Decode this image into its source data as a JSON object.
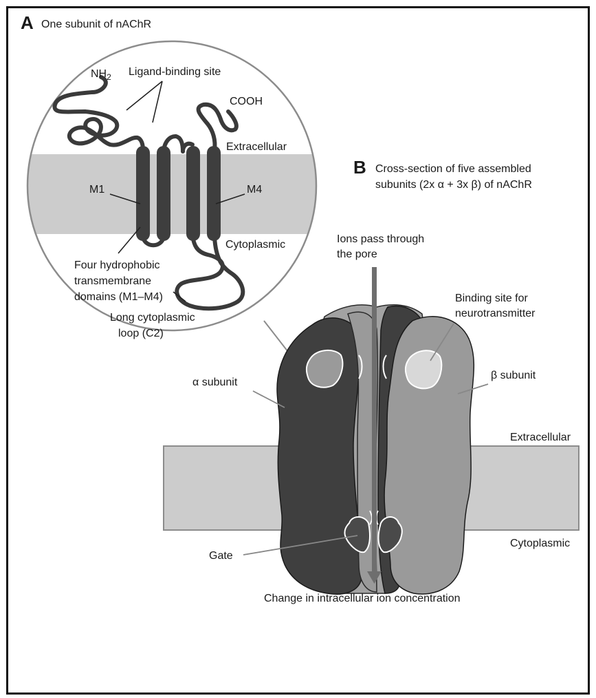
{
  "panel_a": {
    "letter": "A",
    "title": "One subunit of nAChR",
    "labels": {
      "nh2": "NH",
      "nh2_sub": "2",
      "ligand_binding_site": "Ligand-binding site",
      "cooh": "COOH",
      "extracellular": "Extracellular",
      "cytoplasmic": "Cytoplasmic",
      "m1": "M1",
      "m4": "M4",
      "domains_line1": "Four hydrophobic",
      "domains_line2": "transmembrane",
      "domains_line3": "domains (M1–M4)",
      "loop_line1": "Long cytoplasmic",
      "loop_line2": "loop (C2)"
    }
  },
  "panel_b": {
    "letter": "B",
    "title_line1": "Cross-section of five assembled",
    "title_line2": "subunits (2x α + 3x β) of nAChR",
    "labels": {
      "ions_line1": "Ions pass through",
      "ions_line2": "the pore",
      "binding_line1": "Binding site for",
      "binding_line2": "neurotransmitter",
      "alpha_subunit": "α subunit",
      "beta_subunit": "β subunit",
      "extracellular": "Extracellular",
      "cytoplasmic": "Cytoplasmic",
      "gate": "Gate",
      "change": "Change in intracellular ion concentration"
    }
  },
  "colors": {
    "membrane": "#cccccc",
    "dark_subunit": "#3f3f3f",
    "mid_subunit": "#9a9a9a",
    "light_site": "#d6d6d6",
    "arrow": "#6e6e6e"
  }
}
